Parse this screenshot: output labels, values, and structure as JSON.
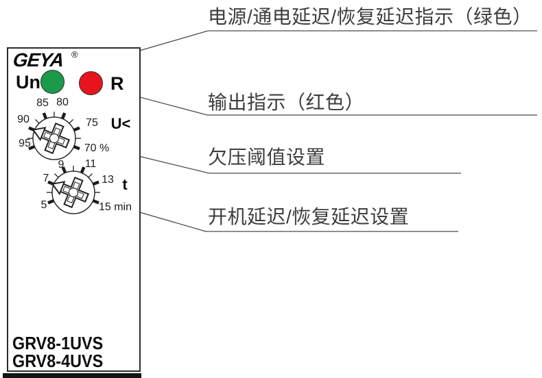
{
  "panel": {
    "brand": "GEYA",
    "registered_mark": "®",
    "model_line1": "GRV8-1UVS",
    "model_line2": "GRV8-4UVS",
    "power_led": {
      "label": "Un",
      "color": "#1b9b4a"
    },
    "output_led": {
      "label": "R",
      "color": "#e8141c"
    },
    "voltage_dial": {
      "symbol": "U<",
      "tick_85": "85",
      "tick_80": "80",
      "tick_90": "90",
      "tick_75": "75",
      "tick_95": "95",
      "tick_70": "70 %"
    },
    "time_dial": {
      "symbol": "t",
      "tick_9": "9",
      "tick_11": "11",
      "tick_7": "7",
      "tick_13": "13",
      "tick_5": "5",
      "tick_15": "15 min"
    }
  },
  "annotations": {
    "power_indicator": "电源/通电延迟/恢复延迟指示（绿色）",
    "output_indicator": "输出指示（红色）",
    "undervoltage_threshold": "欠压阈值设置",
    "startup_delay": "开机延迟/恢复延迟设置"
  },
  "colors": {
    "leader_line": "#4a4a4a",
    "annotation_text": "#3d3d3d",
    "led_green": "#1b9b4a",
    "led_red": "#e8141c"
  }
}
